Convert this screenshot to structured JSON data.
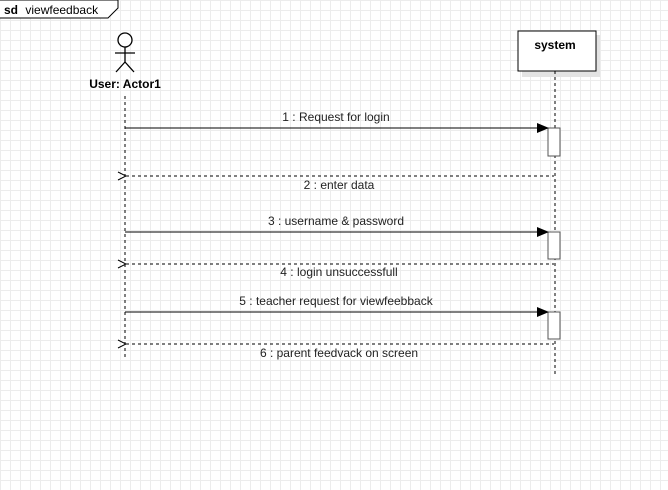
{
  "frame": {
    "keyword": "sd",
    "name": "viewfeedback"
  },
  "actor": {
    "label": "User: Actor1"
  },
  "system": {
    "label": "system"
  },
  "messages": [
    {
      "label": "1 : Request for login",
      "type": "sync"
    },
    {
      "label": "2 : enter data",
      "type": "return"
    },
    {
      "label": "3 : username & password",
      "type": "sync"
    },
    {
      "label": "4 : login unsuccessfull",
      "type": "return"
    },
    {
      "label": "5 : teacher request for viewfeebback",
      "type": "sync"
    },
    {
      "label": "6 : parent feedvack on screen",
      "type": "return"
    }
  ]
}
